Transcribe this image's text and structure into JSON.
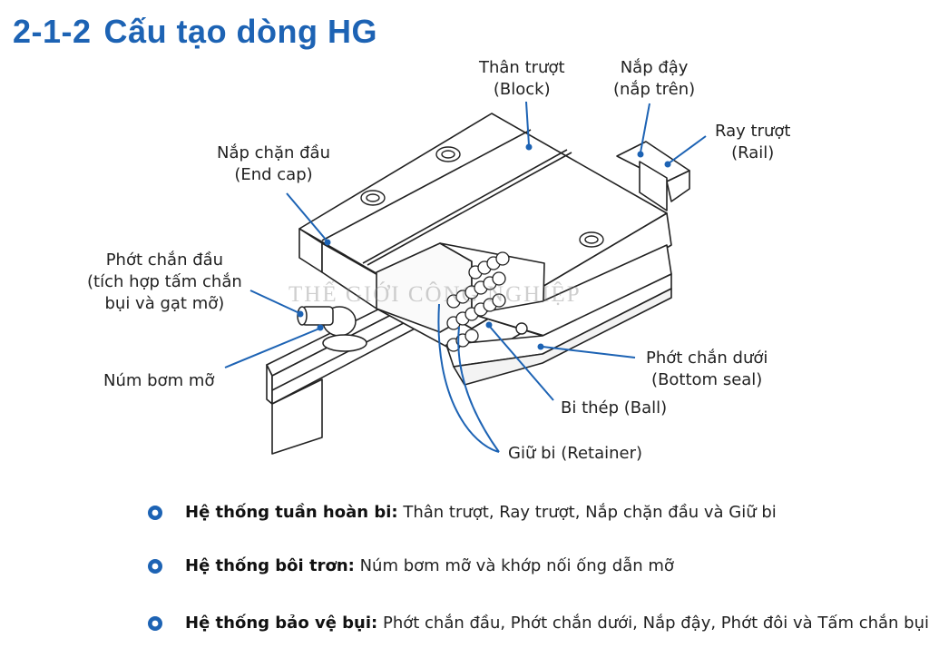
{
  "title": {
    "number": "2-1-2",
    "text": "Cấu tạo dòng HG"
  },
  "watermark": "THẾ GIỚI CÔNG NGHIỆP",
  "labels": {
    "block": [
      "Thân trượt",
      "(Block)"
    ],
    "top_cover": [
      "Nắp đậy",
      "(nắp trên)"
    ],
    "rail": [
      "Ray trượt",
      "(Rail)"
    ],
    "end_cap": [
      "Nắp chặn đầu",
      "(End cap)"
    ],
    "end_seal": [
      "Phớt chắn đầu",
      "(tích hợp tấm chắn",
      "bụi và gạt mỡ)"
    ],
    "grease_nipple": [
      "Núm bơm mỡ"
    ],
    "bottom_seal": [
      "Phớt chắn dưới",
      "(Bottom seal)"
    ],
    "ball": [
      "Bi thép (Ball)"
    ],
    "retainer": [
      "Giữ bi (Retainer)"
    ]
  },
  "bullets": [
    {
      "heading": "Hệ thống tuần hoàn bi:",
      "text": "Thân trượt, Ray trượt, Nắp chặn đầu và Giữ bi"
    },
    {
      "heading": "Hệ thống bôi trơn:",
      "text": "Núm bơm mỡ và khớp nối ống dẫn mỡ"
    },
    {
      "heading": "Hệ thống bảo vệ bụi:",
      "text": "Phớt chắn đầu, Phớt chắn dưới, Nắp đậy, Phớt đôi và Tấm chắn bụi"
    }
  ],
  "colors": {
    "accent": "#1d63b4",
    "leader": "#1d63b4",
    "line": "#222222"
  },
  "icons": {
    "bullet": "ring-bullet-icon"
  }
}
